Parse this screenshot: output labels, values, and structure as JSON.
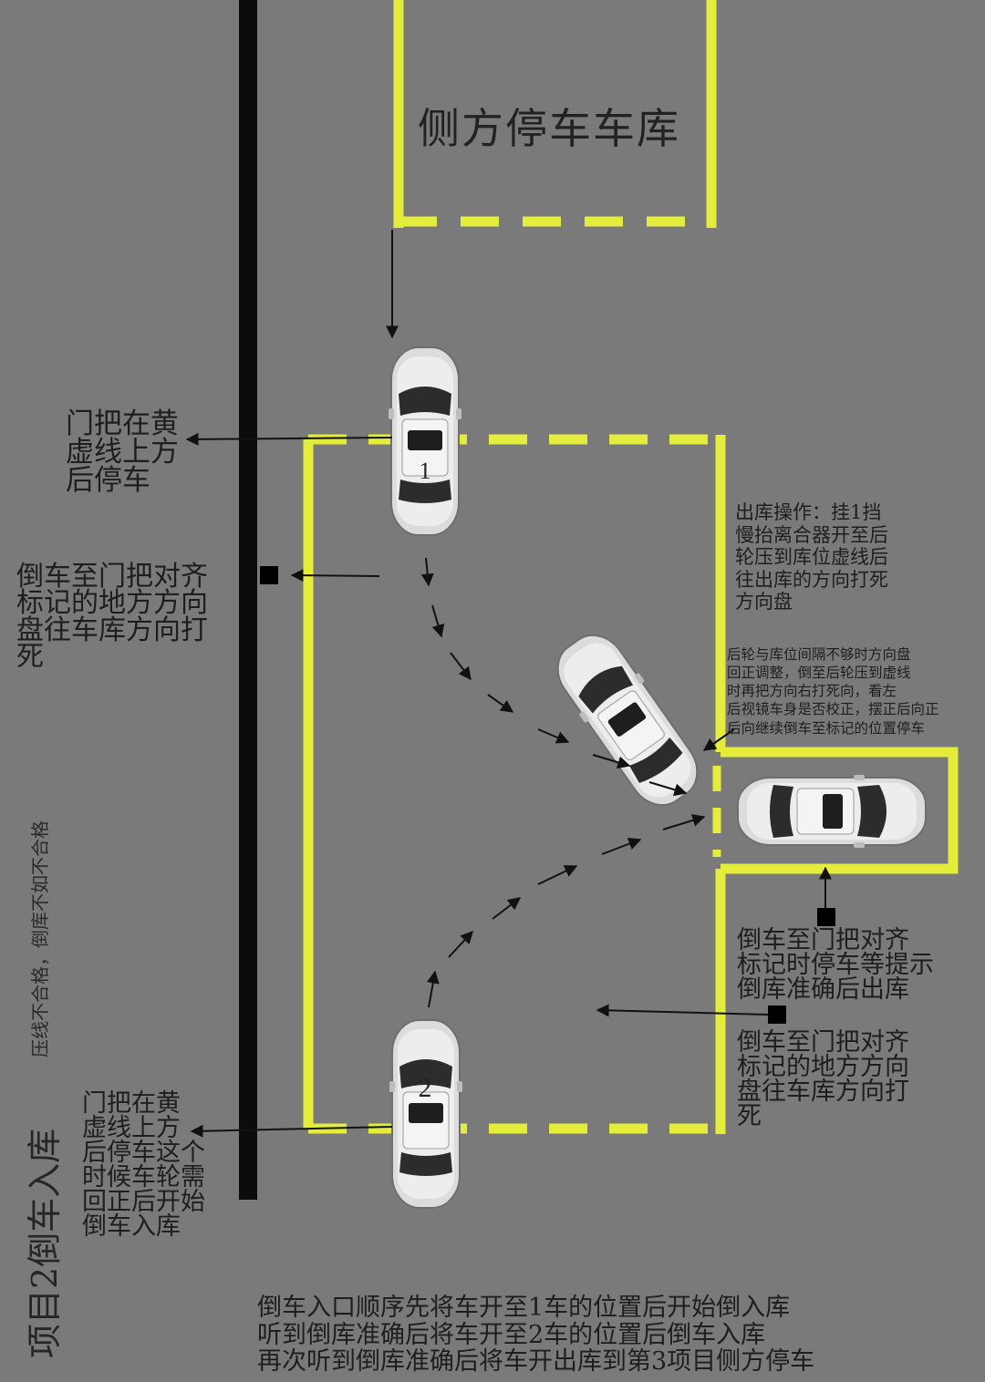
{
  "garage_label": "侧方停车车库",
  "car_numbers": {
    "car1": "1",
    "car2": "2"
  },
  "annotations": {
    "car1_stop": [
      "门把在黄",
      "虚线上方",
      "后停车"
    ],
    "reverse_turn_left": [
      "倒车至门把对齐",
      "标记的地方方向",
      "盘往车库方向打",
      "死"
    ],
    "exit_operation": [
      "出库操作：挂1挡",
      "慢抬离合器开至后",
      "轮压到库位虚线后",
      "往出库的方向打死",
      "方向盘"
    ],
    "correction": [
      "后轮与库位间隔不够时方向盘",
      "回正调整，倒至后轮压到虚线",
      "时再把方向右打死向，看左",
      "后视镜车身是否校正，摆正后向正",
      "后向继续倒车至标记的位置停车"
    ],
    "stop_in_bay": [
      "倒车至门把对齐",
      "标记时停车等提示",
      "倒库准确后出库"
    ],
    "reverse_turn_right": [
      "倒车至门把对齐",
      "标记的地方方向",
      "盘往车库方向打",
      "死"
    ],
    "car2_stop": [
      "门把在黄",
      "虚线上方",
      "后停车这个",
      "时候车轮需",
      "回正后开始",
      "倒车入库"
    ]
  },
  "side_notes": {
    "rule": "压线不合格，倒库不如不合格",
    "title": "项目2倒车入库"
  },
  "footer": [
    "倒车入口顺序先将车开至1车的位置后开始倒入库",
    "听到倒库准确后将车开至2车的位置后倒车入库",
    "再次听到倒库准确后将车开出库到第3项目侧方停车"
  ],
  "colors": {
    "background": "#7a7a7a",
    "line_yellow": "#e4ec3c",
    "curb": "#0c0c0c",
    "text": "#1e1e1e"
  }
}
